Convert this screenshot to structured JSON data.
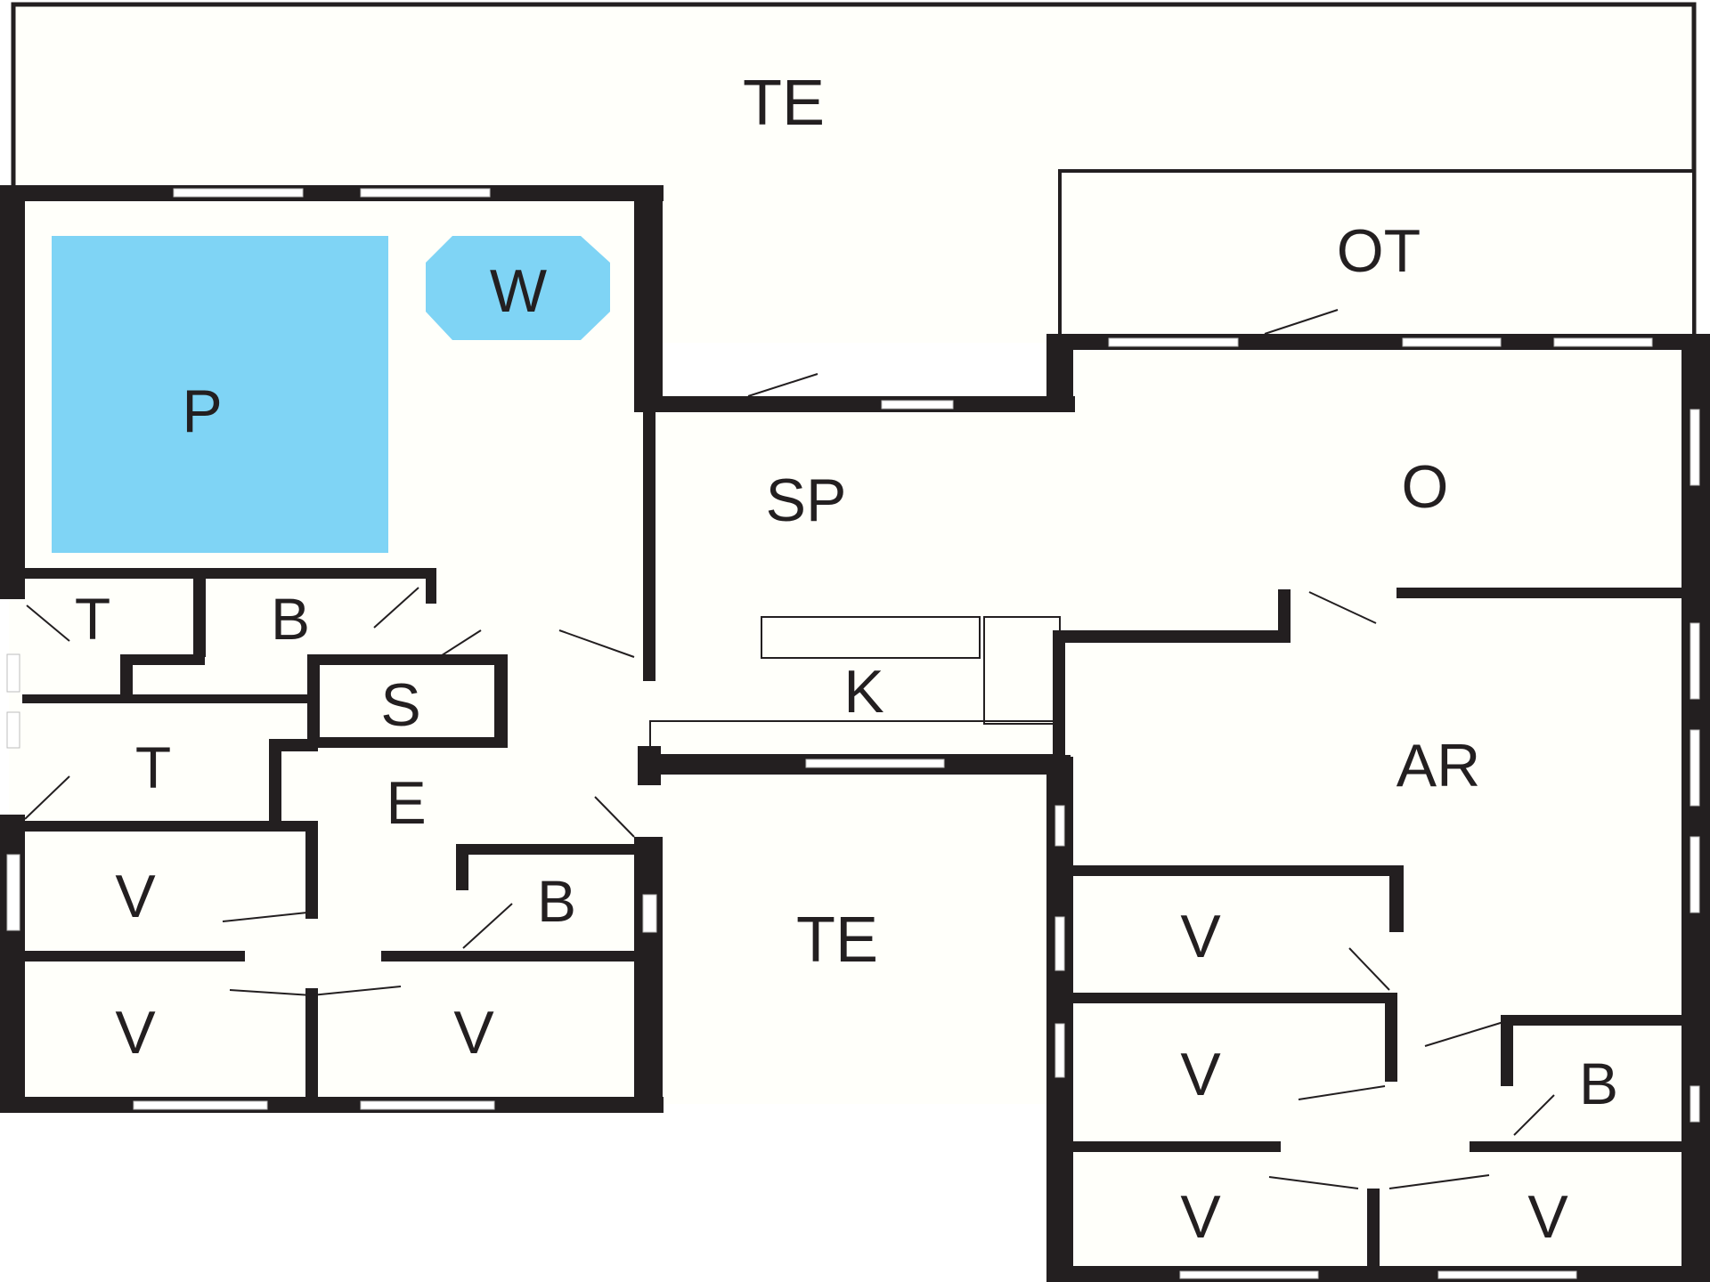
{
  "colors": {
    "wall": "#231f20",
    "floor": "#fffffa",
    "water": "#7fd4f5",
    "background": "#ffffff"
  },
  "rooms": {
    "terrace_top": "TE",
    "terrace_mid": "TE",
    "covered_terrace": "OT",
    "pool": "P",
    "whirlpool": "W",
    "living": "SP",
    "open_room": "O",
    "kitchen": "K",
    "activity_room": "AR",
    "entrance": "E",
    "sauna": "S",
    "toilet_1": "T",
    "toilet_2": "T",
    "bath_1": "B",
    "bath_2": "B",
    "bath_3": "B",
    "bedroom_1": "V",
    "bedroom_2": "V",
    "bedroom_3": "V",
    "bedroom_4": "V",
    "bedroom_5": "V",
    "bedroom_6": "V",
    "bedroom_7": "V"
  }
}
